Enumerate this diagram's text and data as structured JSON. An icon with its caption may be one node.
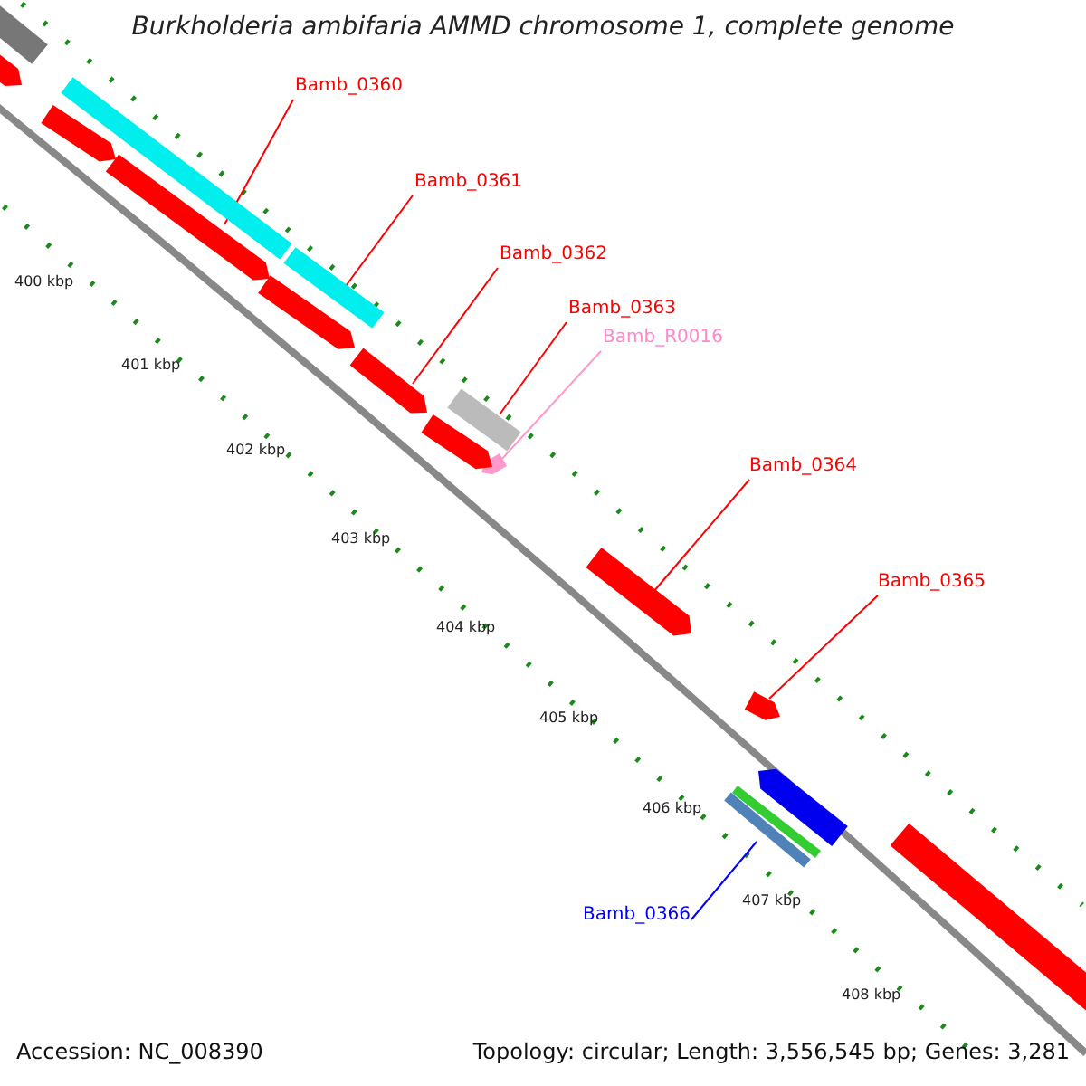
{
  "diagram": {
    "title": "Burkholderia ambifaria AMMD chromosome 1, complete genome",
    "nodes": [
      {
        "text": [
          "Bamb_0360"
        ]
      },
      {
        "text": [
          "Bamb_0361"
        ]
      },
      {
        "text": [
          "Bamb_0362"
        ]
      },
      {
        "text": [
          "Bamb_0363"
        ]
      },
      {
        "text": [
          "Bamb_R0016"
        ]
      },
      {
        "text": [
          "Bamb_0364"
        ]
      },
      {
        "text": [
          "Bamb_0365"
        ]
      },
      {
        "text": [
          "Bamb_0366"
        ]
      },
      {
        "text": [],
        "shape": "bar"
      },
      {
        "text": [],
        "shape": "bar"
      },
      {
        "text": [],
        "shape": "arrow"
      },
      {
        "text": [],
        "shape": "bar"
      },
      {
        "text": [],
        "shape": "arrow"
      },
      {
        "text": [],
        "shape": "arrow"
      },
      {
        "text": [],
        "shape": "arrow"
      },
      {
        "text": [],
        "shape": "bar"
      },
      {
        "text": [],
        "shape": "bar"
      },
      {
        "text": [],
        "shape": "arrow"
      },
      {
        "text": [],
        "shape": "arrow"
      },
      {
        "text": [],
        "shape": "arrow"
      },
      {
        "text": [],
        "shape": "arrow"
      },
      {
        "text": [],
        "shape": "arrow"
      },
      {
        "text": [],
        "shape": "arrow"
      },
      {
        "text": [],
        "shape": "bar"
      },
      {
        "text": [],
        "shape": "bar"
      }
    ],
    "edges": [
      {
        "from": 0,
        "to": 8,
        "arrow": "none"
      },
      {
        "from": 1,
        "to": 9,
        "arrow": "none"
      },
      {
        "from": 2,
        "to": 10,
        "arrow": "none"
      },
      {
        "from": 3,
        "to": 11,
        "arrow": "none"
      },
      {
        "from": 4,
        "to": 12,
        "arrow": "none",
        "color": "#ff99cc"
      },
      {
        "from": 5,
        "to": 13,
        "arrow": "none"
      },
      {
        "from": 6,
        "to": 14,
        "arrow": "none"
      },
      {
        "from": 7,
        "to": 15,
        "arrow": "none",
        "color": "#0000ff"
      }
    ],
    "labels": [
      "400 kbp",
      "401 kbp",
      "402 kbp",
      "403 kbp",
      "404 kbp",
      "405 kbp",
      "406 kbp",
      "407 kbp",
      "408 kbp",
      "Accession: NC_008390",
      "Topology: circular; Length: 3,556,545 bp; Genes: 3,281"
    ]
  }
}
